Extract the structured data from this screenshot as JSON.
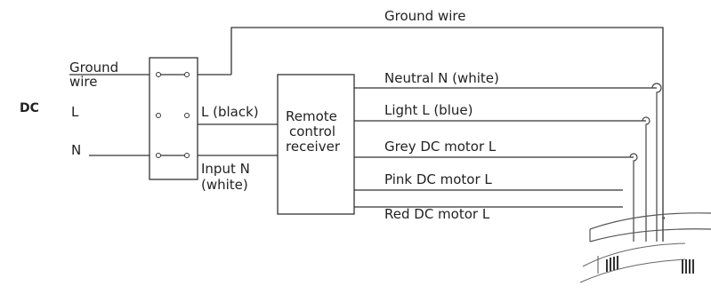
{
  "diagram": {
    "supply_label": "DC",
    "switch_inputs": {
      "ground_line1": "Ground",
      "ground_line2": "wire",
      "live": "L",
      "neutral": "N"
    },
    "receiver_inputs": {
      "live": "L (black)",
      "neutral_line1": "Input N",
      "neutral_line2": "(white)"
    },
    "receiver": {
      "line1": "Remote",
      "line2": "control",
      "line3": "receiver"
    },
    "top_wire": "Ground wire",
    "outputs": [
      "Neutral N (white)",
      "Light L (blue)",
      "Grey DC motor L",
      "Pink DC motor L",
      "Red DC motor L"
    ]
  }
}
